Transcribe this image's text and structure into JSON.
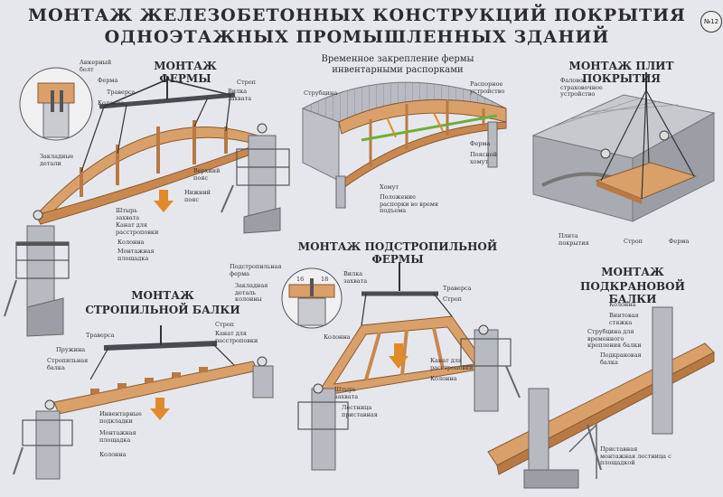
{
  "title": {
    "line1": "МОНТАЖ ЖЕЛЕЗОБЕТОННЫХ КОНСТРУКЦИЙ ПОКРЫТИЯ",
    "line2": "ОДНОЭТАЖНЫХ ПРОМЫШЛЕННЫХ ЗДАНИЙ",
    "badge": "№12"
  },
  "sections": {
    "truss": "МОНТАЖ ФЕРМЫ",
    "bracing": "Временное закрепление фермы инвентарными распорками",
    "slabs": "МОНТАЖ ПЛИТ ПОКРЫТИЯ",
    "sub_truss": "МОНТАЖ ПОДСТРОПИЛЬНОЙ ФЕРМЫ",
    "rafter_beam_1": "МОНТАЖ",
    "rafter_beam_2": "СТРОПИЛЬНОЙ БАЛКИ",
    "crane_beam_1": "МОНТАЖ",
    "crane_beam_2": "ПОДКРАНОВОЙ БАЛКИ"
  },
  "labels": {
    "anchor_bolt": "Анкерный болт",
    "truss": "Ферма",
    "traverse": "Траверса",
    "column": "Колонна",
    "embedded": "Закладные детали",
    "sling": "Строп",
    "sling_lock": "Вилка захвата",
    "upper_chord": "Верхний пояс",
    "lower_chord": "Нижний пояс",
    "grip_pin": "Штырь захвата",
    "guy_rope": "Канат для расстроповки",
    "column2": "Колонна",
    "mount_platform": "Монтажная площадка",
    "strut": "Струбцина",
    "spacer_device": "Распорное устройство",
    "truss_b": "Ферма",
    "pole_clamp": "Поясной хомут",
    "clamp": "Хомут",
    "strut_position": "Положение распорки во время подъема",
    "fall_device": "Фаловое страховочное устройство",
    "slab": "Плита покрытия",
    "sling_c": "Строп",
    "truss_c": "Ферма",
    "subtruss_label": "Подстропильная ферма",
    "embedded_column": "Закладная деталь колонны",
    "sling_lock_b": "Вилка захвата",
    "traverse_b": "Траверса",
    "sling_b": "Строп",
    "column_b": "Колонна",
    "guy_rope_b": "Канат для расстроповки",
    "column_b2": "Колонна",
    "grip_pin_b": "Штырь захвата",
    "ladder": "Лестница приставная",
    "traverse_d": "Траверса",
    "spring": "Пружина",
    "rafter_beam": "Стропильная балка",
    "sling_d": "Строп",
    "guy_rope_d": "Канат для расстроповки",
    "pads": "Инвентарные подкладки",
    "mount_platform_d": "Монтажная площадка",
    "column_d": "Колонна",
    "column_e": "Колонна",
    "anchor_tie": "Винтовая стяжка",
    "strut_e": "Струбцина для временного крепления балки",
    "crane_beam": "Подкрановая балка",
    "ladder_e": "Приставная монтажная лестница с площадкой",
    "mark_16": "16",
    "mark_18": "18"
  },
  "colors": {
    "background": "#e6e7ec",
    "concrete": "#d9a06a",
    "concrete_dark": "#b87a45",
    "steel": "#4a4a52",
    "gray_structure": "#9c9ea5",
    "arrow": "#e08a2c"
  }
}
